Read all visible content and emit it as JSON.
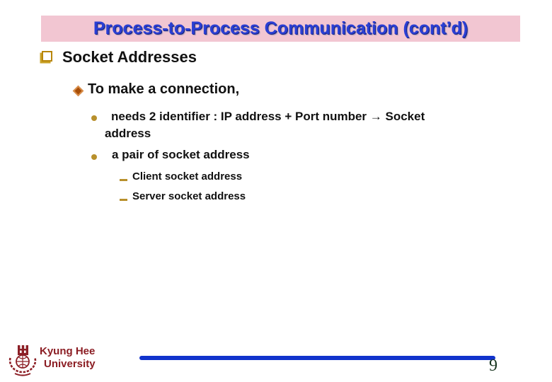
{
  "slide": {
    "title": "Process-to-Process Communication (cont’d)",
    "page_number": "9"
  },
  "content": {
    "heading": "Socket Addresses",
    "sub_heading": "To make a connection,",
    "item_identifiers_line1": "needs 2 identifier : IP address + Port number → Socket",
    "item_identifiers_line2": "address",
    "item_pair": "a pair of socket address",
    "sub_item_client": "Client socket address",
    "sub_item_server": "Server socket address"
  },
  "footer": {
    "university_line1": "Kyung Hee",
    "university_line2": "University"
  },
  "icons": {
    "level1_bullet": "ballot-box-square-bullet",
    "level2_bullet": "diamond-bullet",
    "level3_bullet": "dot-bullet",
    "level4_bullet": "dash-bullet",
    "logo": "kyung-hee-university-emblem"
  },
  "colors": {
    "title_text": "#2A3FD4",
    "title_background": "#F2C6D2",
    "gold_bullet": "#B8860B",
    "diamond_orange": "#A84E08",
    "footer_maroon": "#8B1D23",
    "footer_line_blue": "#1133CC",
    "page_number_text": "#17351F",
    "body_text": "#111111",
    "slide_background": "#FFFFFF"
  }
}
